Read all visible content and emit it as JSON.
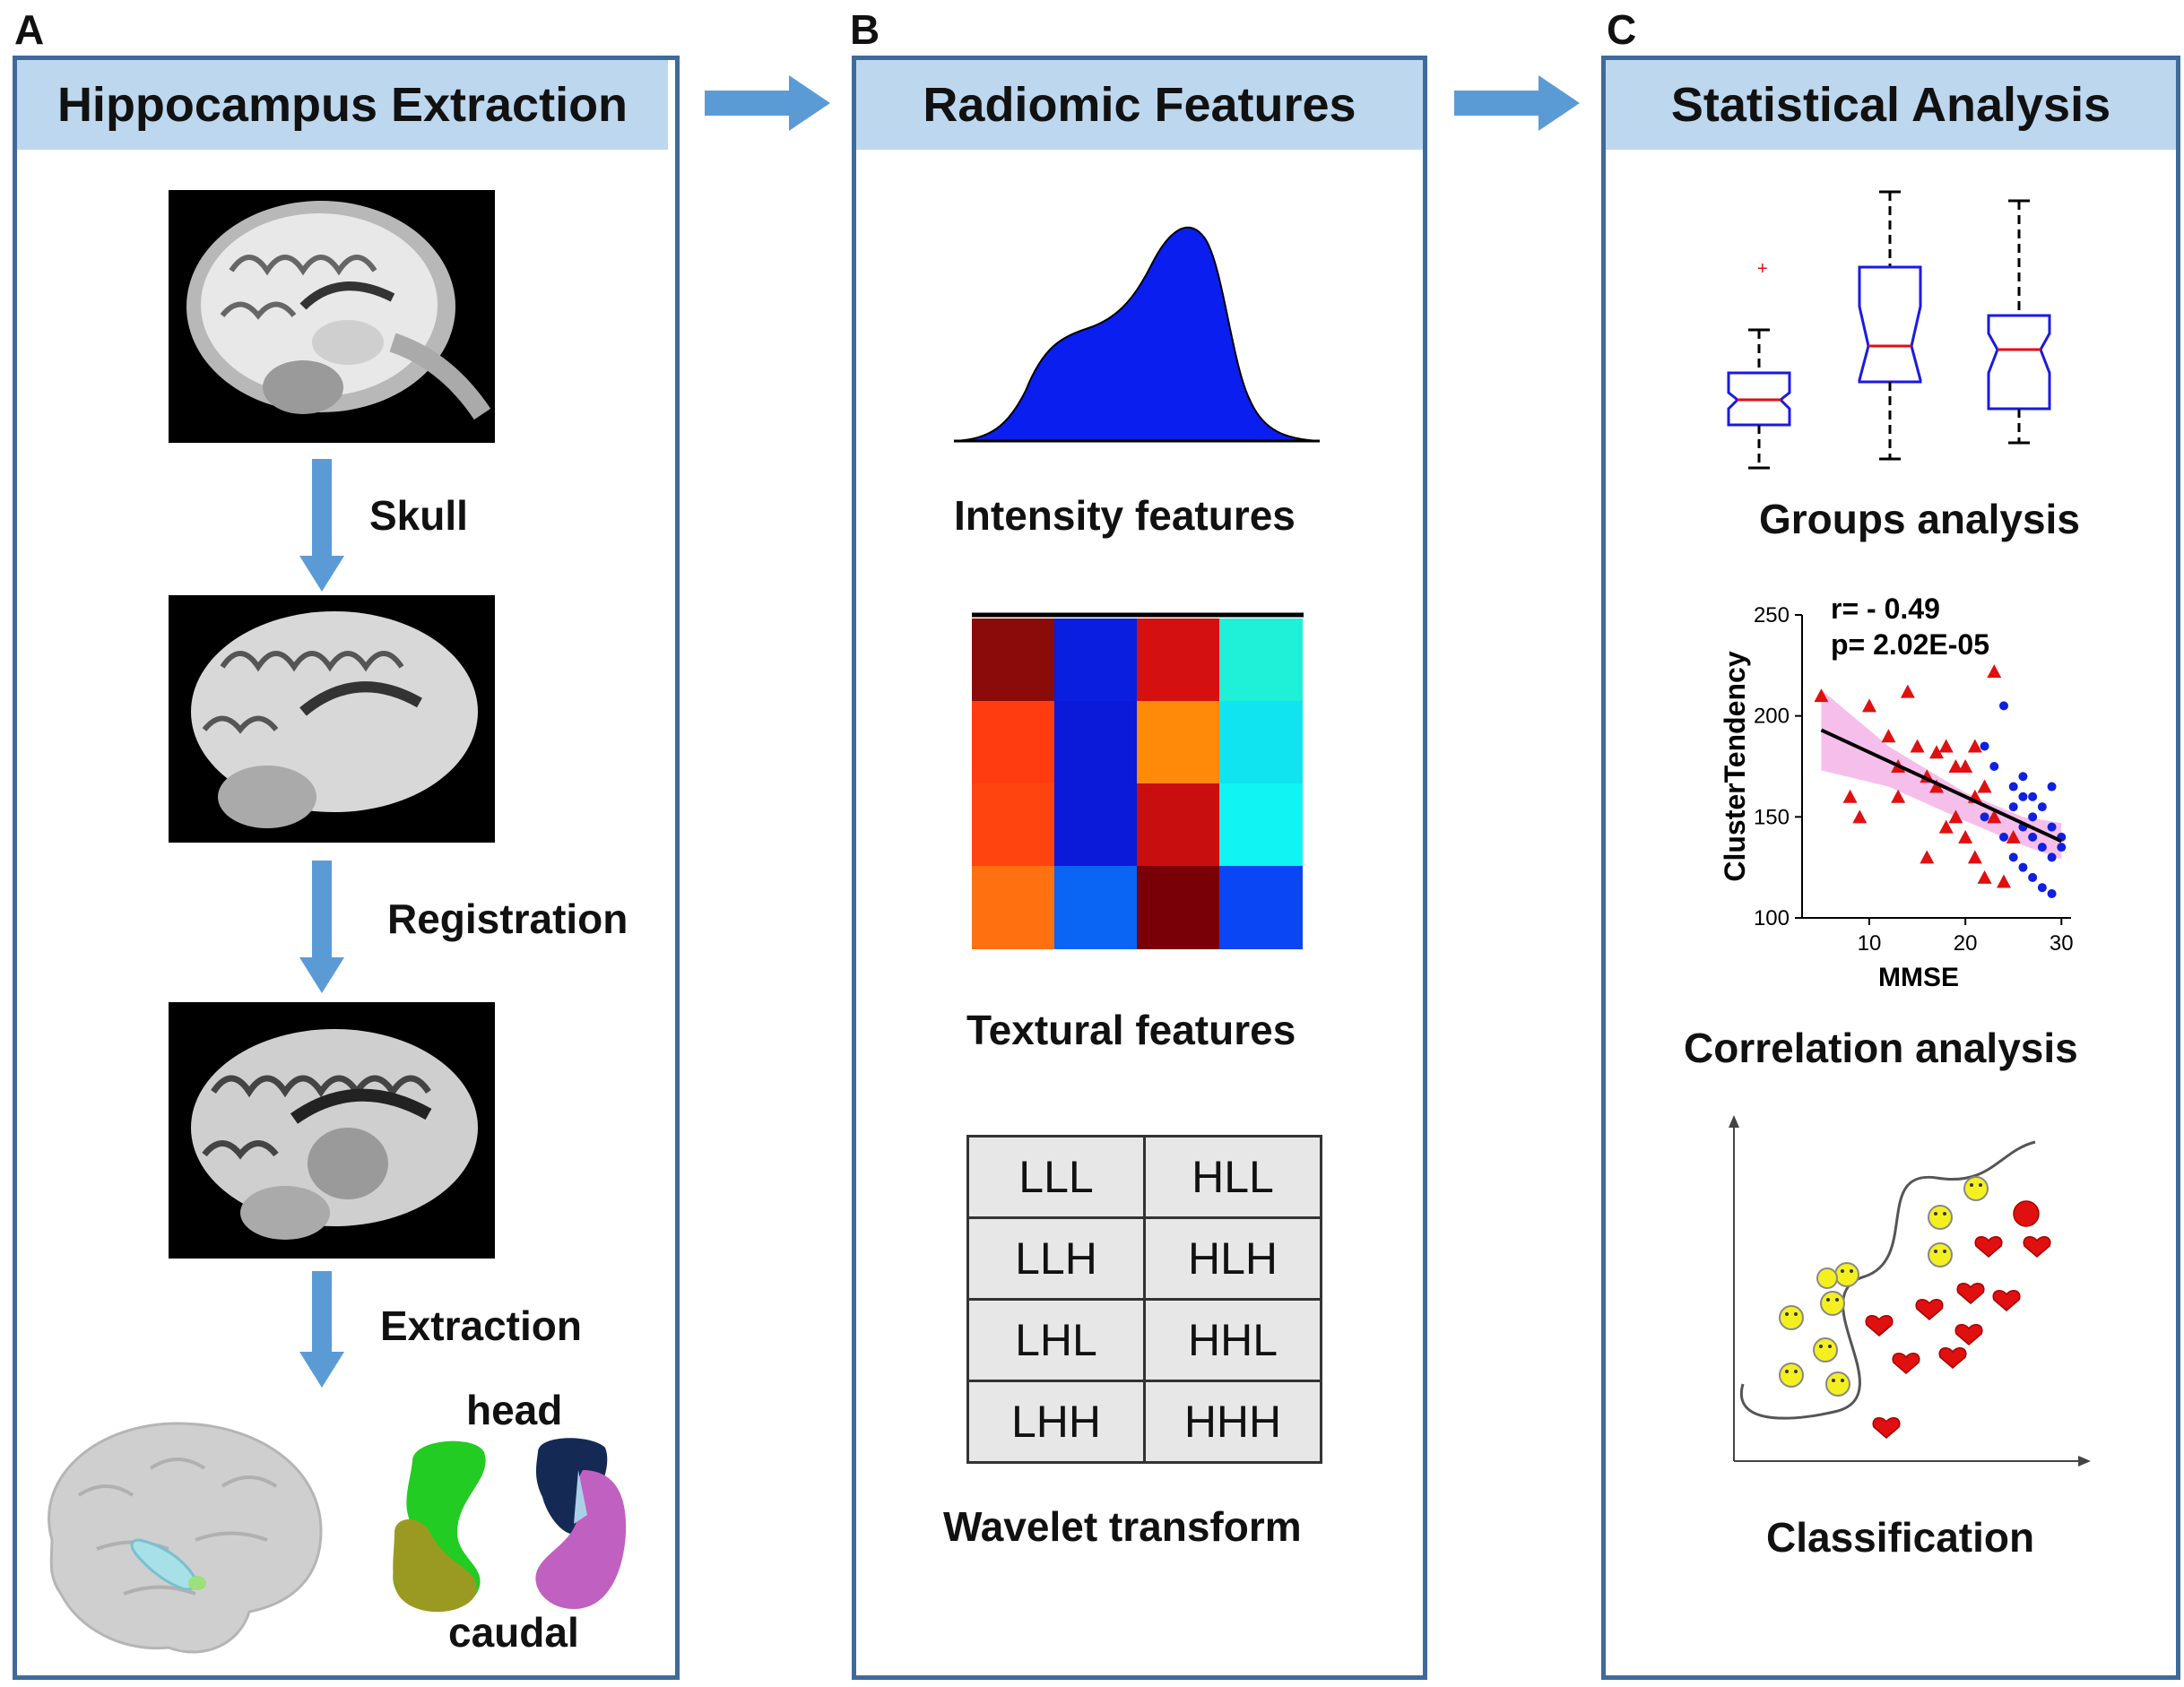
{
  "panels": [
    {
      "letter": "A",
      "title": "Hippocampus Extraction"
    },
    {
      "letter": "B",
      "title": "Radiomic  Features"
    },
    {
      "letter": "C",
      "title": "Statistical  Analysis"
    }
  ],
  "panel_a": {
    "steps": [
      "Skull",
      "Registration",
      "Extraction"
    ],
    "head_label": "head",
    "caudal_label": "caudal"
  },
  "panel_b": {
    "intensity_label": "Intensity features",
    "textural_label": "Textural features",
    "wavelet_label": "Wavelet transform",
    "wavelet_table": [
      [
        "LLL",
        "HLL"
      ],
      [
        "LLH",
        "HLH"
      ],
      [
        "LHL",
        "HHL"
      ],
      [
        "LHH",
        "HHH"
      ]
    ],
    "heatmap_colors": [
      [
        "#8b0a0a",
        "#0a1ee0",
        "#d41010",
        "#1ff0d8"
      ],
      [
        "#ff3c10",
        "#0a1ad8",
        "#ff8a0a",
        "#10e4f0"
      ],
      [
        "#ff4410",
        "#0a1ad8",
        "#c80e0e",
        "#10f4f4"
      ],
      [
        "#ff7010",
        "#0a64f4",
        "#7a0008",
        "#0a46f4"
      ]
    ]
  },
  "panel_c": {
    "groups_label": "Groups analysis",
    "correlation_label": "Correlation analysis",
    "classification_label": "Classification",
    "r_text": "r= - 0.49",
    "p_text": "p= 2.02E-05"
  },
  "chart_data": {
    "type": "scatter",
    "title": "",
    "xlabel": "MMSE",
    "ylabel": "ClusterTendency",
    "xticks": [
      "10",
      "20",
      "30"
    ],
    "yticks": [
      "100",
      "150",
      "200",
      "250"
    ],
    "xlim": [
      3,
      31
    ],
    "ylim": [
      100,
      250
    ],
    "series": [
      {
        "marker": "triangle",
        "color": "#e01010",
        "points": [
          [
            5,
            210
          ],
          [
            8,
            160
          ],
          [
            9,
            150
          ],
          [
            10,
            205
          ],
          [
            12,
            190
          ],
          [
            13,
            175
          ],
          [
            14,
            212
          ],
          [
            15,
            185
          ],
          [
            16,
            170
          ],
          [
            16,
            130
          ],
          [
            17,
            182
          ],
          [
            17,
            165
          ],
          [
            18,
            185
          ],
          [
            18,
            145
          ],
          [
            19,
            175
          ],
          [
            19,
            150
          ],
          [
            20,
            175
          ],
          [
            20,
            140
          ],
          [
            21,
            185
          ],
          [
            21,
            160
          ],
          [
            21,
            130
          ],
          [
            22,
            165
          ],
          [
            22,
            120
          ],
          [
            23,
            222
          ],
          [
            23,
            150
          ],
          [
            24,
            118
          ],
          [
            25,
            140
          ],
          [
            13,
            160
          ]
        ]
      },
      {
        "marker": "circle",
        "color": "#1020e0",
        "points": [
          [
            22,
            185
          ],
          [
            22,
            150
          ],
          [
            23,
            175
          ],
          [
            24,
            205
          ],
          [
            24,
            140
          ],
          [
            25,
            165
          ],
          [
            25,
            130
          ],
          [
            25,
            155
          ],
          [
            26,
            170
          ],
          [
            26,
            145
          ],
          [
            26,
            125
          ],
          [
            27,
            160
          ],
          [
            27,
            140
          ],
          [
            27,
            120
          ],
          [
            28,
            155
          ],
          [
            28,
            135
          ],
          [
            28,
            115
          ],
          [
            29,
            165
          ],
          [
            29,
            145
          ],
          [
            29,
            130
          ],
          [
            30,
            140
          ],
          [
            30,
            135
          ],
          [
            29,
            112
          ],
          [
            27,
            150
          ],
          [
            26,
            160
          ]
        ]
      }
    ],
    "fit_line": {
      "x": [
        5,
        30
      ],
      "y": [
        193,
        138
      ],
      "color": "#000000"
    },
    "ci_color": "#f4b4e8"
  },
  "colors": {
    "border": "#3f6a9a",
    "header": "#bdd7ee",
    "arrow": "#5b9bd5"
  }
}
